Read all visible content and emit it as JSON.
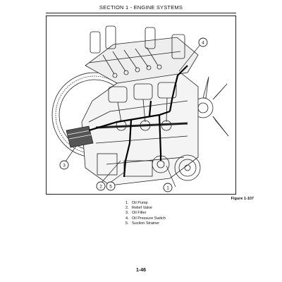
{
  "header": {
    "section_title": "SECTION 1 - ENGINE SYSTEMS"
  },
  "figure": {
    "caption": "Figure 1-107",
    "callouts": [
      "1",
      "2",
      "3",
      "4",
      "5"
    ]
  },
  "legend": {
    "items": [
      {
        "number": "1.",
        "label": "Oil Pump"
      },
      {
        "number": "2.",
        "label": "Relief Valve"
      },
      {
        "number": "3.",
        "label": "Oil Filter"
      },
      {
        "number": "4.",
        "label": "Oil Pressure Switch"
      },
      {
        "number": "5.",
        "label": "Suction Strainer"
      }
    ]
  },
  "footer": {
    "page_number": "1-46"
  }
}
